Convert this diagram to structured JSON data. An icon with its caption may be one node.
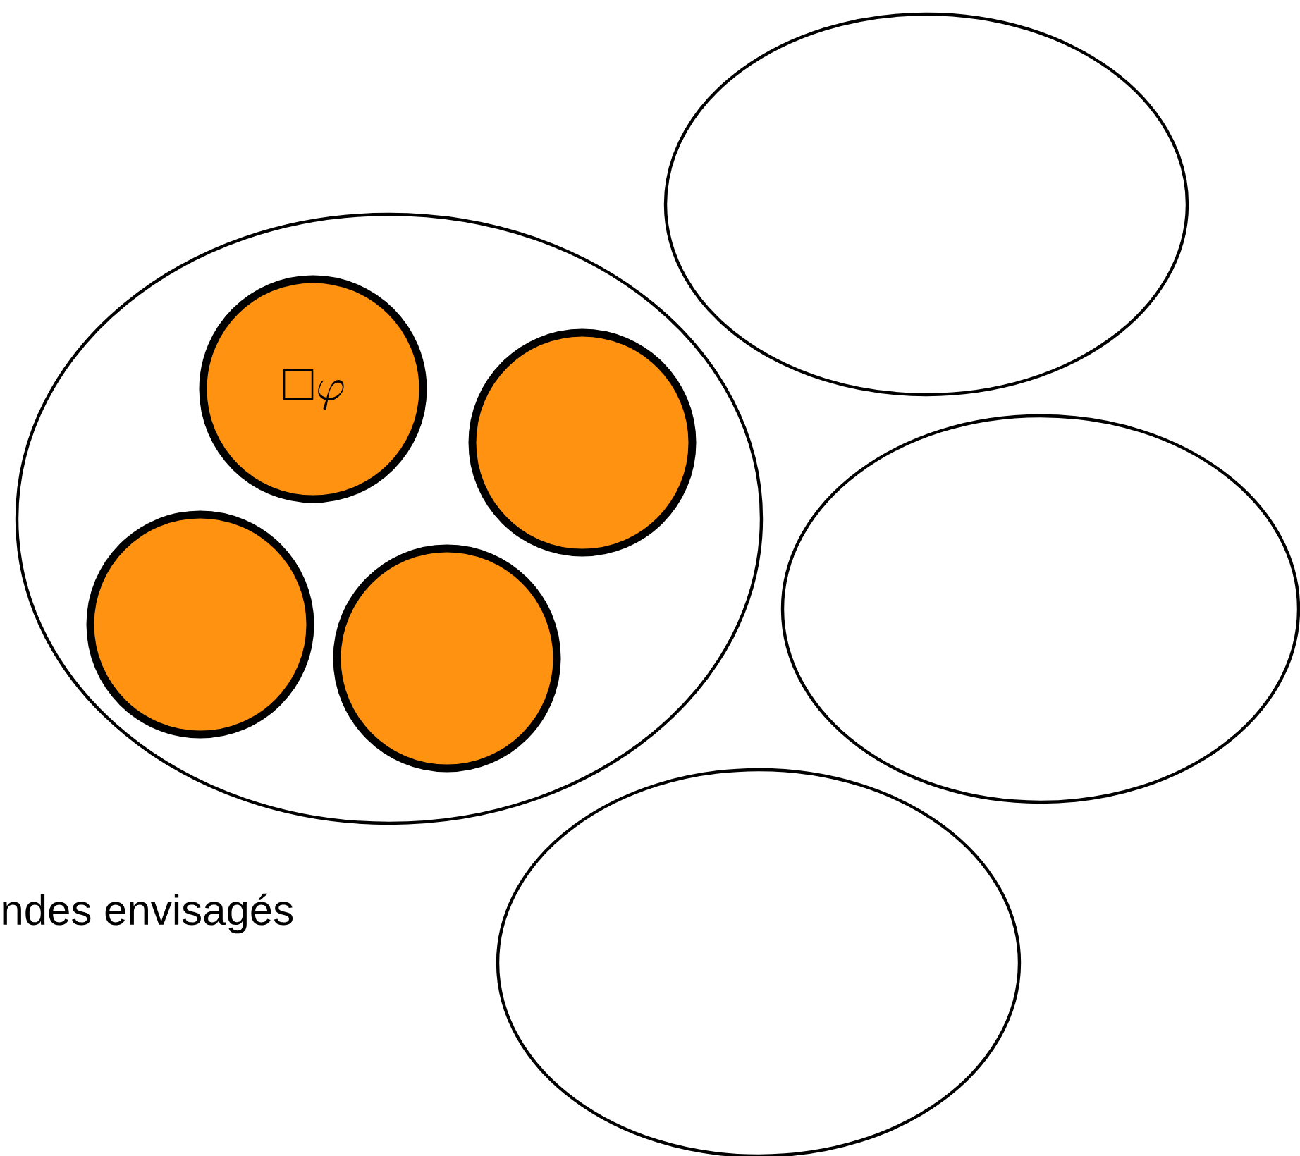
{
  "diagram": {
    "nodes": [
      {
        "text": [],
        "shape": "ellipse"
      },
      {
        "text": [
          "\\Box\\varphi"
        ],
        "in": 0
      },
      {
        "text": [],
        "shape": "circle",
        "in": 0
      },
      {
        "text": [],
        "shape": "circle",
        "in": 0
      },
      {
        "text": [],
        "shape": "circle",
        "in": 0
      },
      {
        "text": [],
        "shape": "ellipse"
      },
      {
        "text": [],
        "shape": "ellipse"
      },
      {
        "text": [],
        "shape": "ellipse"
      }
    ],
    "labels": [
      "ndes envisagés"
    ]
  }
}
